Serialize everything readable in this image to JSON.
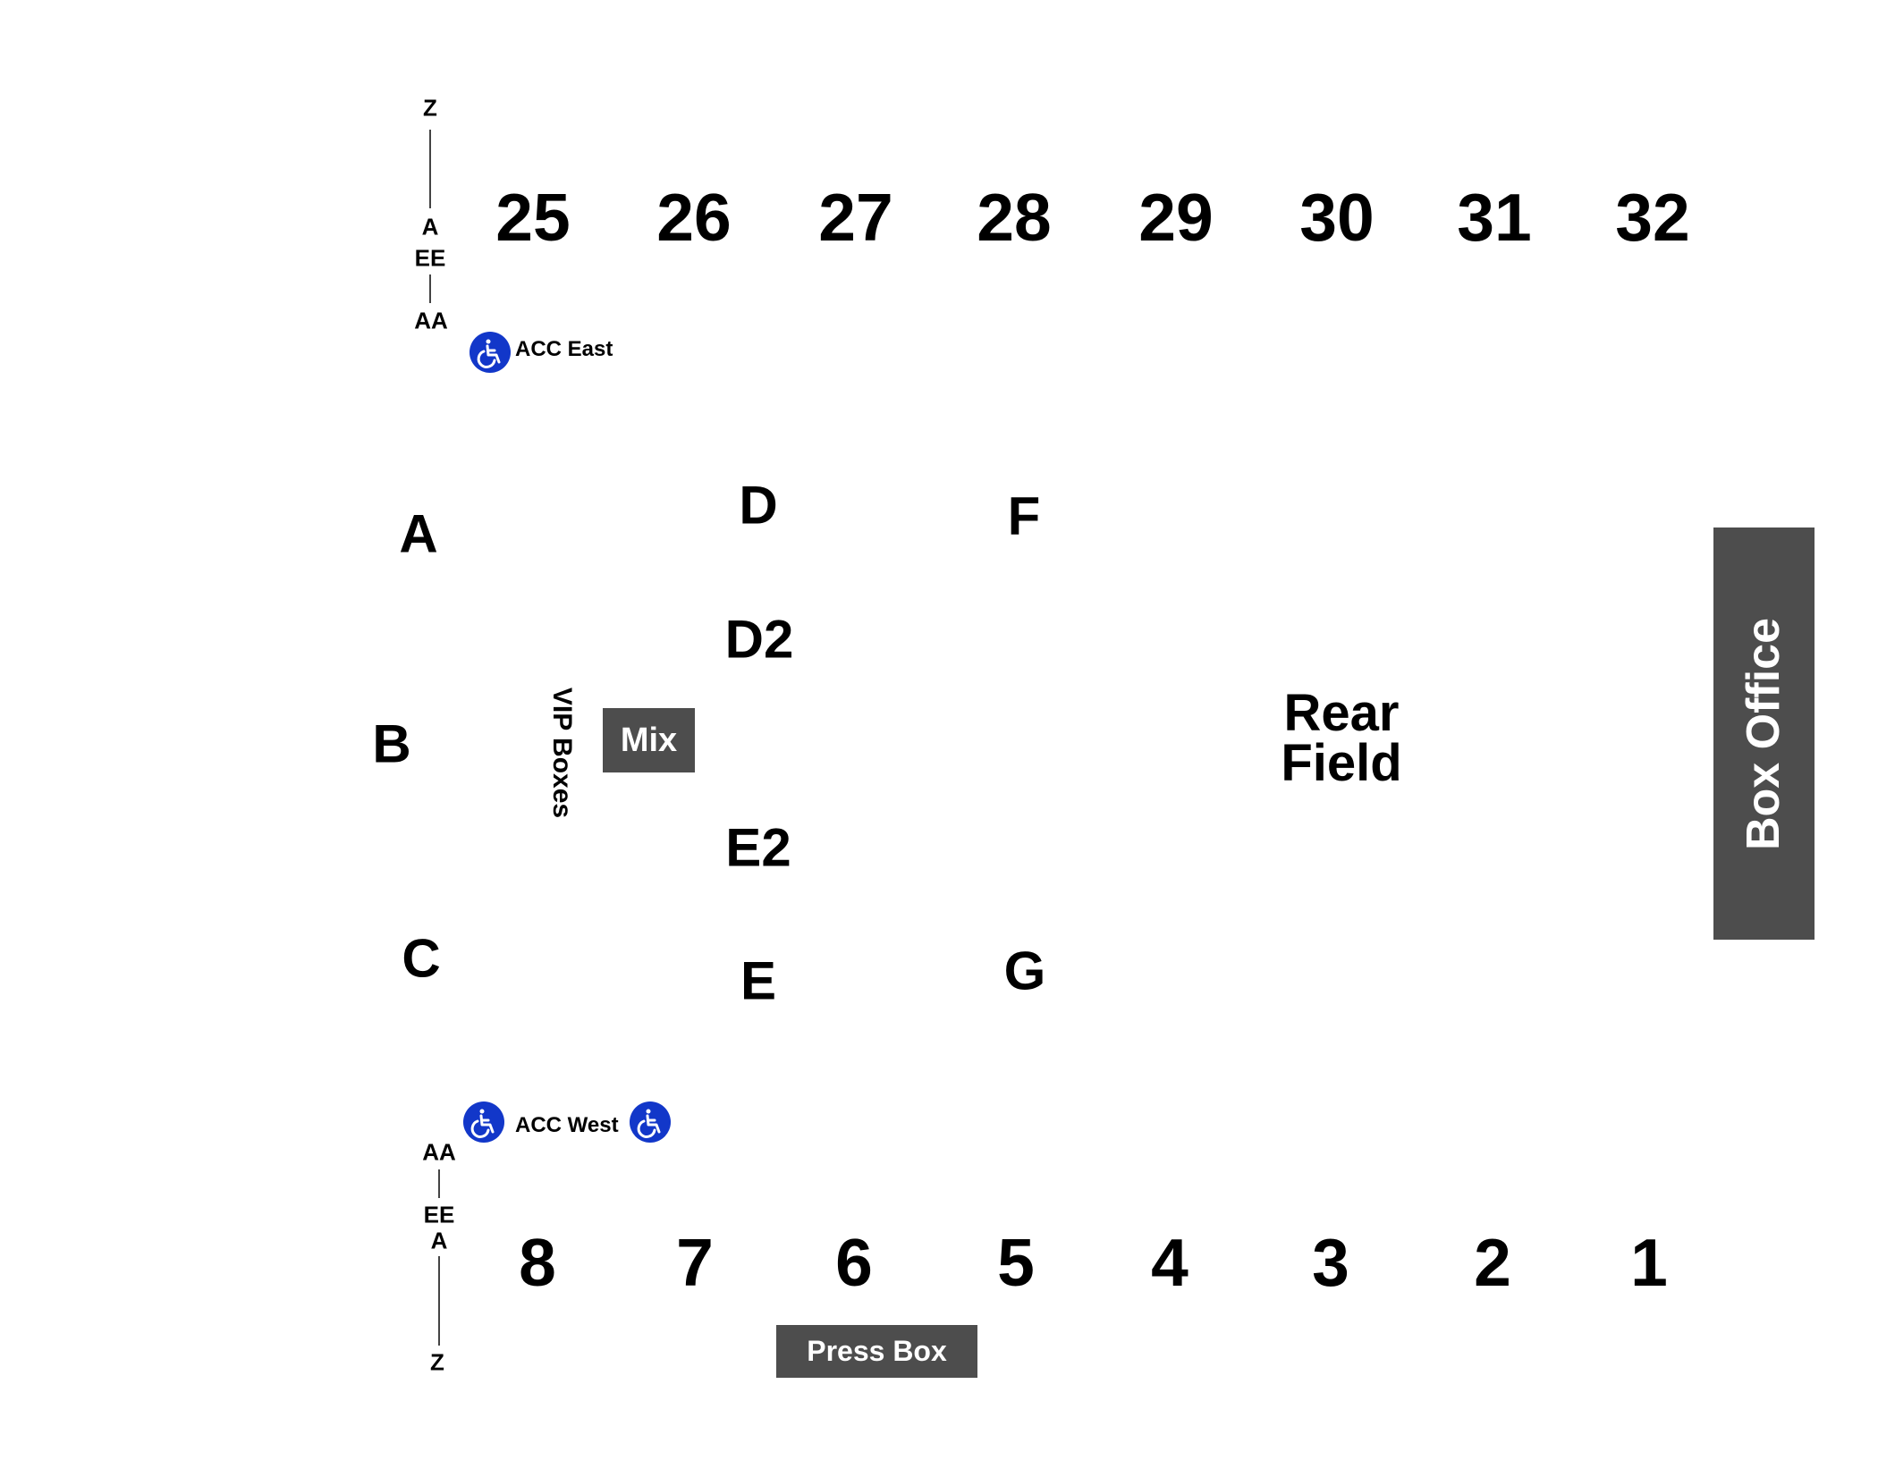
{
  "top_sections": [
    "25",
    "26",
    "27",
    "28",
    "29",
    "30",
    "31",
    "32"
  ],
  "bottom_sections": [
    "8",
    "7",
    "6",
    "5",
    "4",
    "3",
    "2",
    "1"
  ],
  "floor_sections": {
    "A": "A",
    "B": "B",
    "C": "C",
    "D": "D",
    "D2": "D2",
    "E2": "E2",
    "E": "E",
    "F": "F",
    "G": "G",
    "rear_field_line1": "Rear",
    "rear_field_line2": "Field"
  },
  "row_labels_east": {
    "top": "Z",
    "mid": "A",
    "mid2": "EE",
    "bottom": "AA"
  },
  "row_labels_west": {
    "top": "AA",
    "mid": "EE",
    "mid2": "A",
    "bottom": "Z"
  },
  "accessible": {
    "east": "ACC East",
    "west": "ACC West",
    "icon": "wheelchair-icon",
    "color": "#1237c9"
  },
  "structures": {
    "mix": "Mix",
    "vip": "VIP Boxes",
    "press_box": "Press Box",
    "box_office": "Box Office",
    "fill": "#4d4d4d"
  }
}
